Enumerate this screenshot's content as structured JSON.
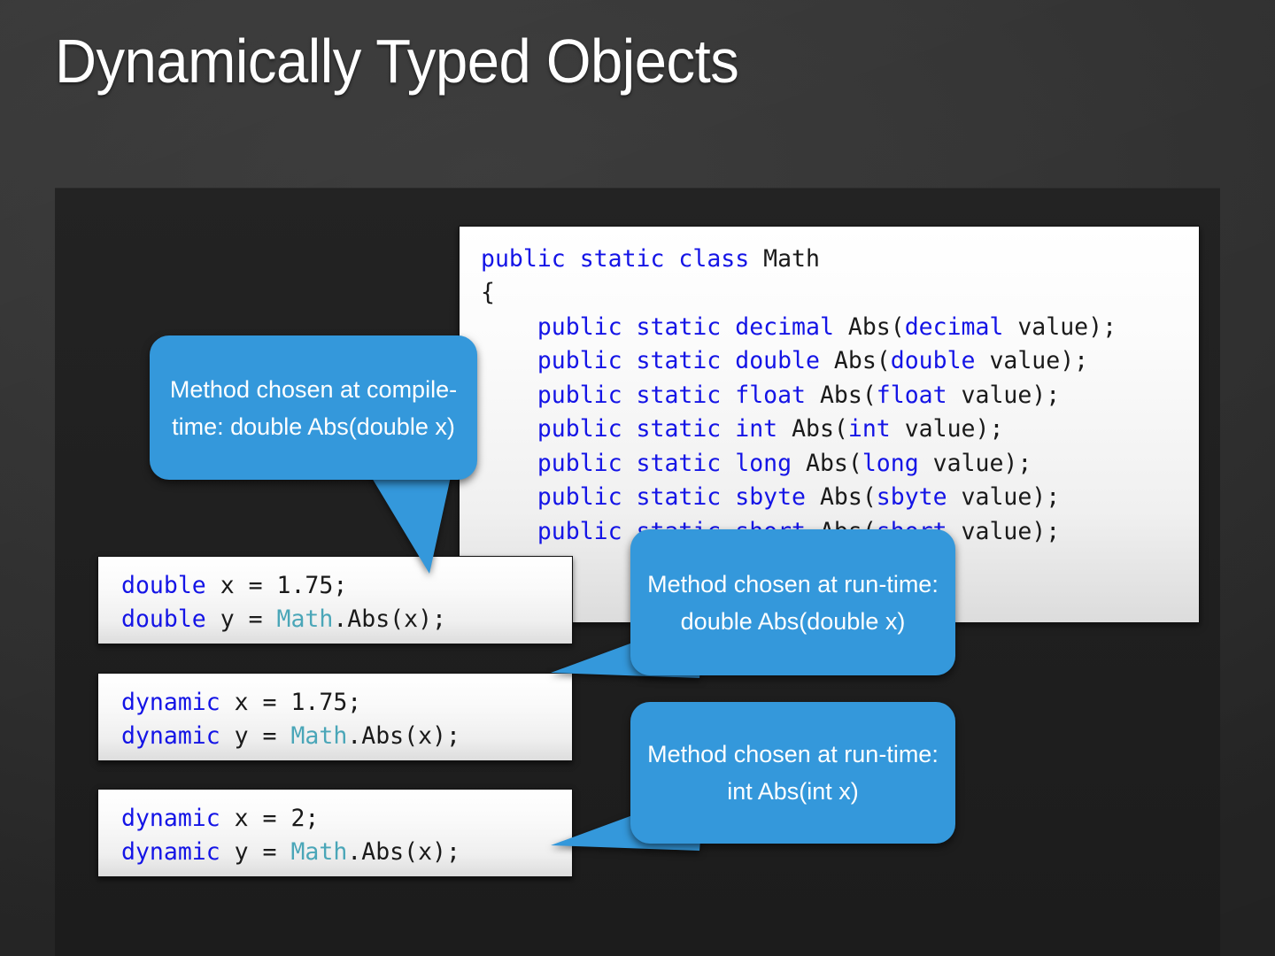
{
  "slide": {
    "title": "Dynamically Typed Objects",
    "accent_color": "#3498db",
    "background_color": "#333333",
    "panel_color": "#202020"
  },
  "code_listing": {
    "language": "csharp",
    "lines": [
      [
        {
          "t": "public",
          "c": "kw"
        },
        {
          "t": " ",
          "c": "plain"
        },
        {
          "t": "static",
          "c": "kw"
        },
        {
          "t": " ",
          "c": "plain"
        },
        {
          "t": "class",
          "c": "kw"
        },
        {
          "t": " Math",
          "c": "plain"
        }
      ],
      [
        {
          "t": "{",
          "c": "plain"
        }
      ],
      [
        {
          "t": "    ",
          "c": "plain"
        },
        {
          "t": "public",
          "c": "kw"
        },
        {
          "t": " ",
          "c": "plain"
        },
        {
          "t": "static",
          "c": "kw"
        },
        {
          "t": " ",
          "c": "plain"
        },
        {
          "t": "decimal",
          "c": "type"
        },
        {
          "t": " Abs(",
          "c": "plain"
        },
        {
          "t": "decimal",
          "c": "type"
        },
        {
          "t": " value);",
          "c": "plain"
        }
      ],
      [
        {
          "t": "    ",
          "c": "plain"
        },
        {
          "t": "public",
          "c": "kw"
        },
        {
          "t": " ",
          "c": "plain"
        },
        {
          "t": "static",
          "c": "kw"
        },
        {
          "t": " ",
          "c": "plain"
        },
        {
          "t": "double",
          "c": "type"
        },
        {
          "t": " Abs(",
          "c": "plain"
        },
        {
          "t": "double",
          "c": "type"
        },
        {
          "t": " value);",
          "c": "plain"
        }
      ],
      [
        {
          "t": "    ",
          "c": "plain"
        },
        {
          "t": "public",
          "c": "kw"
        },
        {
          "t": " ",
          "c": "plain"
        },
        {
          "t": "static",
          "c": "kw"
        },
        {
          "t": " ",
          "c": "plain"
        },
        {
          "t": "float",
          "c": "type"
        },
        {
          "t": " Abs(",
          "c": "plain"
        },
        {
          "t": "float",
          "c": "type"
        },
        {
          "t": " value);",
          "c": "plain"
        }
      ],
      [
        {
          "t": "    ",
          "c": "plain"
        },
        {
          "t": "public",
          "c": "kw"
        },
        {
          "t": " ",
          "c": "plain"
        },
        {
          "t": "static",
          "c": "kw"
        },
        {
          "t": " ",
          "c": "plain"
        },
        {
          "t": "int",
          "c": "type"
        },
        {
          "t": " Abs(",
          "c": "plain"
        },
        {
          "t": "int",
          "c": "type"
        },
        {
          "t": " value);",
          "c": "plain"
        }
      ],
      [
        {
          "t": "    ",
          "c": "plain"
        },
        {
          "t": "public",
          "c": "kw"
        },
        {
          "t": " ",
          "c": "plain"
        },
        {
          "t": "static",
          "c": "kw"
        },
        {
          "t": " ",
          "c": "plain"
        },
        {
          "t": "long",
          "c": "type"
        },
        {
          "t": " Abs(",
          "c": "plain"
        },
        {
          "t": "long",
          "c": "type"
        },
        {
          "t": " value);",
          "c": "plain"
        }
      ],
      [
        {
          "t": "    ",
          "c": "plain"
        },
        {
          "t": "public",
          "c": "kw"
        },
        {
          "t": " ",
          "c": "plain"
        },
        {
          "t": "static",
          "c": "kw"
        },
        {
          "t": " ",
          "c": "plain"
        },
        {
          "t": "sbyte",
          "c": "type"
        },
        {
          "t": " Abs(",
          "c": "plain"
        },
        {
          "t": "sbyte",
          "c": "type"
        },
        {
          "t": " value);",
          "c": "plain"
        }
      ],
      [
        {
          "t": "    ",
          "c": "plain"
        },
        {
          "t": "public",
          "c": "kw"
        },
        {
          "t": " ",
          "c": "plain"
        },
        {
          "t": "static",
          "c": "kw"
        },
        {
          "t": " ",
          "c": "plain"
        },
        {
          "t": "short",
          "c": "type"
        },
        {
          "t": " Abs(",
          "c": "plain"
        },
        {
          "t": "short",
          "c": "type"
        },
        {
          "t": " value);",
          "c": "plain"
        }
      ]
    ],
    "plain_text": "public static class Math\n{\n    public static decimal Abs(decimal value);\n    public static double Abs(double value);\n    public static float Abs(float value);\n    public static int Abs(int value);\n    public static long Abs(long value);\n    public static sbyte Abs(sbyte value);\n    public static short Abs(short value);"
  },
  "snippets": [
    {
      "id": "snippet-1",
      "plain_text": "double x = 1.75;\ndouble y = Math.Abs(x);",
      "lines": [
        [
          {
            "t": "double",
            "c": "kw"
          },
          {
            "t": " x = 1.75;",
            "c": "plain"
          }
        ],
        [
          {
            "t": "double",
            "c": "kw"
          },
          {
            "t": " y = ",
            "c": "plain"
          },
          {
            "t": "Math",
            "c": "cls"
          },
          {
            "t": ".Abs(x);",
            "c": "plain"
          }
        ]
      ]
    },
    {
      "id": "snippet-2",
      "plain_text": "dynamic x = 1.75;\ndynamic y = Math.Abs(x);",
      "lines": [
        [
          {
            "t": "dynamic",
            "c": "kw"
          },
          {
            "t": " x = 1.75;",
            "c": "plain"
          }
        ],
        [
          {
            "t": "dynamic",
            "c": "kw"
          },
          {
            "t": " y = ",
            "c": "plain"
          },
          {
            "t": "Math",
            "c": "cls"
          },
          {
            "t": ".Abs(x);",
            "c": "plain"
          }
        ]
      ]
    },
    {
      "id": "snippet-3",
      "plain_text": "dynamic x = 2;\ndynamic y = Math.Abs(x);",
      "lines": [
        [
          {
            "t": "dynamic",
            "c": "kw"
          },
          {
            "t": " x = 2;",
            "c": "plain"
          }
        ],
        [
          {
            "t": "dynamic",
            "c": "kw"
          },
          {
            "t": " y = ",
            "c": "plain"
          },
          {
            "t": "Math",
            "c": "cls"
          },
          {
            "t": ".Abs(x);",
            "c": "plain"
          }
        ]
      ]
    }
  ],
  "callouts": [
    {
      "id": "callout-1",
      "text": "Method chosen at compile-time: double Abs(double x)",
      "points_to": "snippet-1"
    },
    {
      "id": "callout-2",
      "text": "Method chosen at run-time: double Abs(double x)",
      "points_to": "snippet-2"
    },
    {
      "id": "callout-3",
      "text": "Method chosen at run-time: int Abs(int x)",
      "points_to": "snippet-3"
    }
  ]
}
